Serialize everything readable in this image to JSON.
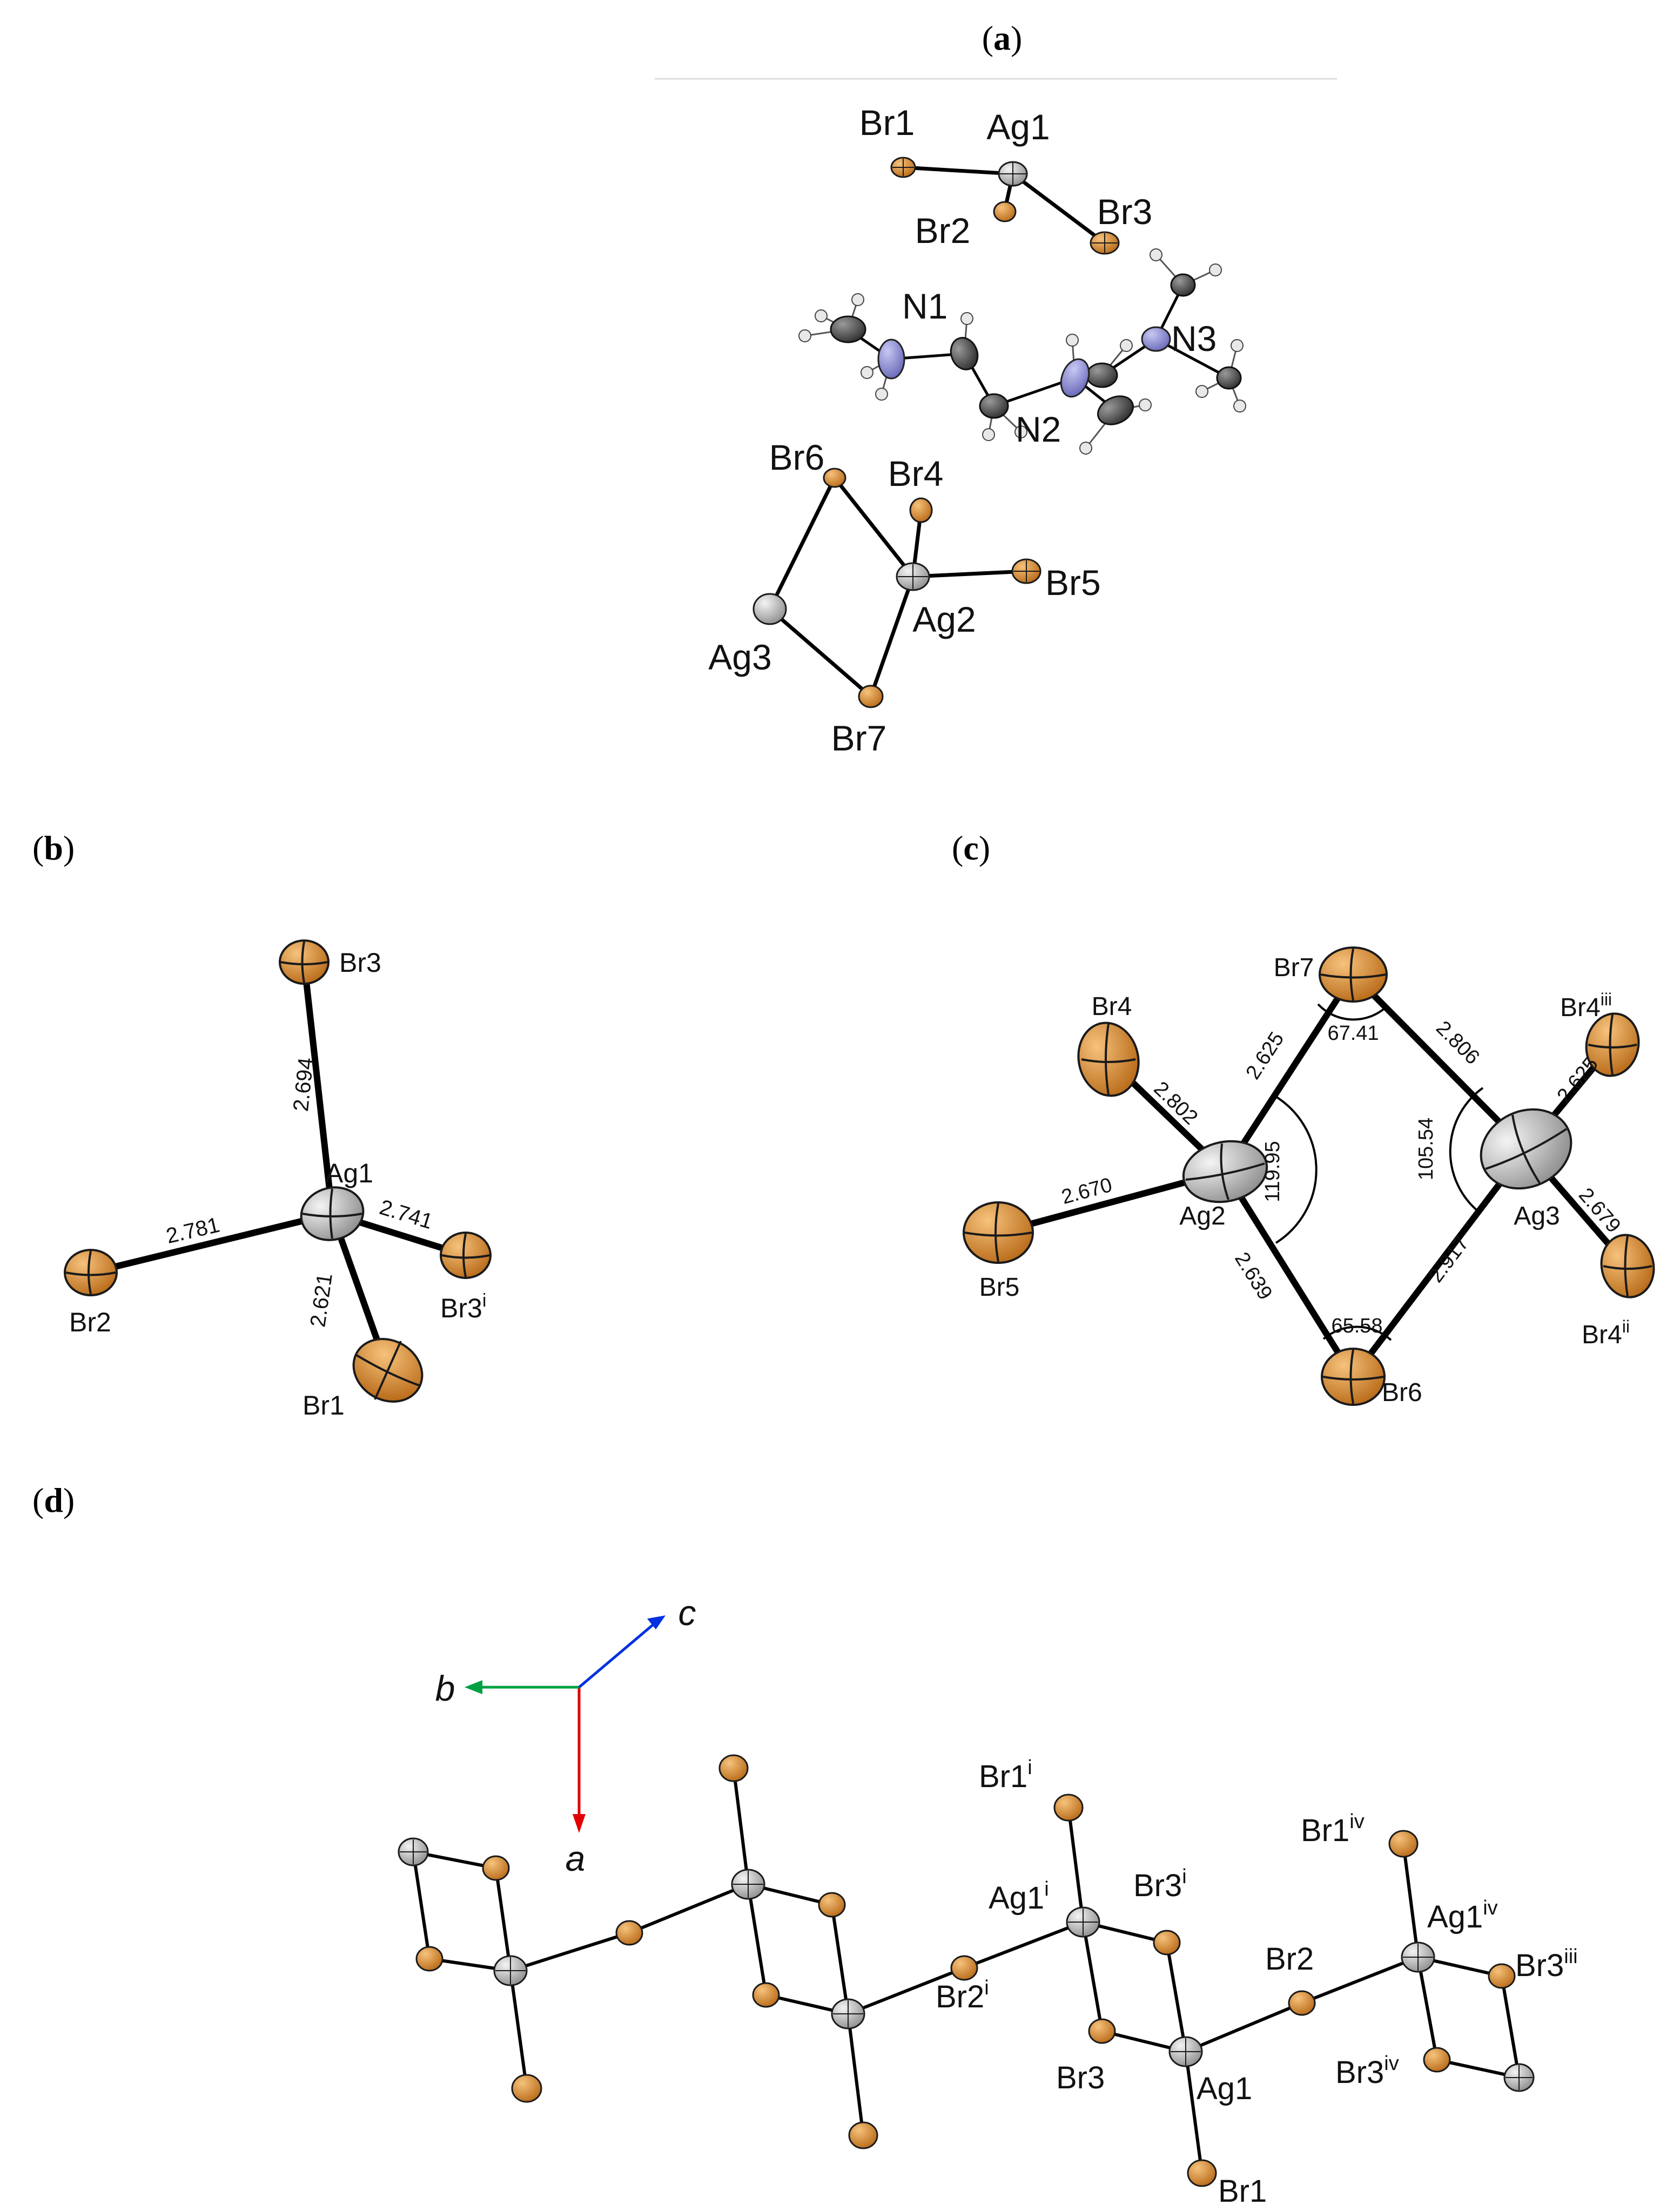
{
  "colors": {
    "bromine": "#d9892e",
    "silver": "#d0d0d0",
    "nitrogen": "#8f8fd8",
    "carbon": "#505050",
    "hydrogen": "#e6e6e6",
    "bond": "#000000",
    "axis_a": "#e00000",
    "axis_b": "#00a040",
    "axis_c": "#0030e0"
  },
  "panels": {
    "a": {
      "open": "(",
      "letter": "a",
      "close": ")"
    },
    "b": {
      "open": "(",
      "letter": "b",
      "close": ")"
    },
    "c": {
      "open": "(",
      "letter": "c",
      "close": ")"
    },
    "d": {
      "open": "(",
      "letter": "d",
      "close": ")"
    }
  },
  "panel_a": {
    "labels": {
      "br1": "Br1",
      "ag1": "Ag1",
      "br2": "Br2",
      "br3": "Br3",
      "n1": "N1",
      "n2": "N2",
      "n3": "N3",
      "br6": "Br6",
      "br4": "Br4",
      "br5": "Br5",
      "ag2": "Ag2",
      "ag3": "Ag3",
      "br7": "Br7"
    }
  },
  "panel_b": {
    "labels": {
      "br3": "Br3",
      "ag1": "Ag1",
      "br2": "Br2",
      "br1": "Br1",
      "br3i_base": "Br3",
      "br3i_sup": "i"
    },
    "distances": {
      "ag1_br3": "2.694",
      "ag1_br2": "2.781",
      "ag1_br3i": "2.741",
      "ag1_br1": "2.621"
    }
  },
  "panel_c": {
    "labels": {
      "br4": "Br4",
      "br7": "Br7",
      "br5": "Br5",
      "ag2": "Ag2",
      "ag3": "Ag3",
      "br6": "Br6",
      "br4iii_base": "Br4",
      "br4iii_sup": "iii",
      "br4ii_base": "Br4",
      "br4ii_sup": "ii"
    },
    "distances": {
      "ag2_br4": "2.802",
      "ag2_br7": "2.625",
      "ag2_br5": "2.670",
      "ag2_br6": "2.639",
      "ag3_br7": "2.806",
      "ag3_br4iii": "2.625",
      "ag3_br4ii": "2.679",
      "ag3_br6": "2.917"
    },
    "angles": {
      "br7": "67.41",
      "ag2": "119.95",
      "ag3": "105.54",
      "br6": "65.58"
    }
  },
  "panel_d": {
    "axes": {
      "a": "a",
      "b": "b",
      "c": "c"
    },
    "labels": {
      "br1i_base": "Br1",
      "br1i_sup": "i",
      "ag1i_base": "Ag1",
      "ag1i_sup": "i",
      "br3i_base": "Br3",
      "br3i_sup": "i",
      "br2i_base": "Br2",
      "br2i_sup": "i",
      "br3": "Br3",
      "ag1": "Ag1",
      "br1": "Br1",
      "br2": "Br2",
      "br1iv_base": "Br1",
      "br1iv_sup": "iv",
      "ag1iv_base": "Ag1",
      "ag1iv_sup": "iv",
      "br3iii_base": "Br3",
      "br3iii_sup": "iii",
      "br3iv_base": "Br3",
      "br3iv_sup": "iv"
    }
  }
}
